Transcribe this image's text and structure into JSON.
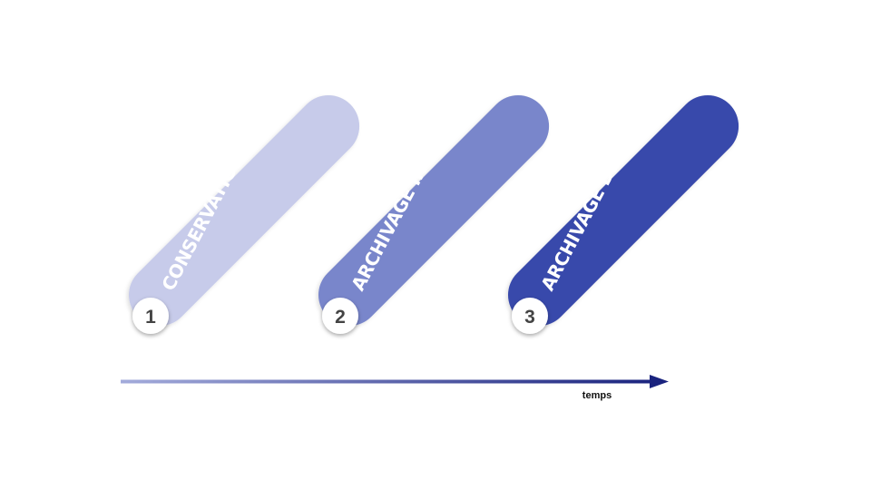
{
  "phases": [
    {
      "number": "1",
      "label": "CONSERVATION EN BASE ACTIVE",
      "color": "#c7cbea"
    },
    {
      "number": "2",
      "label": "ARCHIVAGE INTERMÉDIAIRE",
      "color": "#7986cb"
    },
    {
      "number": "3",
      "label": "ARCHIVAGE DÉFINITIF",
      "color": "#3949ab"
    }
  ],
  "timeline": {
    "label": "temps",
    "gradient_start": "#a3abdb",
    "gradient_end": "#1a237e"
  },
  "colors": {
    "badge_fill": "#ffffff",
    "badge_text": "#444444"
  }
}
